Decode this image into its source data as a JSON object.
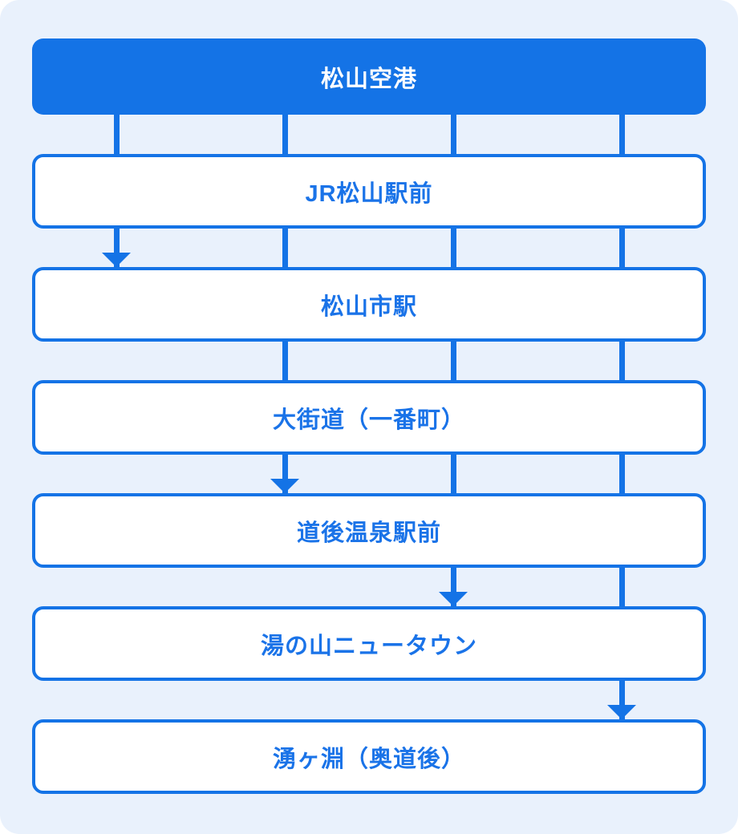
{
  "diagram": {
    "type": "bus-route-flow",
    "stops": [
      {
        "label": "松山空港",
        "role": "origin"
      },
      {
        "label": "JR松山駅前",
        "role": "stop"
      },
      {
        "label": "松山市駅",
        "role": "stop"
      },
      {
        "label": "大街道（一番町）",
        "role": "stop"
      },
      {
        "label": "道後温泉駅前",
        "role": "stop"
      },
      {
        "label": "湯の山ニュータウン",
        "role": "stop"
      },
      {
        "label": "湧ヶ淵（奥道後）",
        "role": "terminal"
      }
    ],
    "routes": [
      {
        "from": "松山空港",
        "to": "松山市駅",
        "arrow": "down"
      },
      {
        "from": "松山空港",
        "to": "道後温泉駅前",
        "arrow": "down"
      },
      {
        "from": "松山空港",
        "to": "湯の山ニュータウン",
        "arrow": "down"
      },
      {
        "from": "松山空港",
        "to": "湧ヶ淵（奥道後）",
        "arrow": "down"
      }
    ],
    "colors": {
      "primary_blue": "#1473e6",
      "label_blue": "#1a73e8",
      "background": "#e9f1fc",
      "box_fill": "#ffffff",
      "origin_text": "#ffffff",
      "page_corner": "#ffffff"
    }
  }
}
